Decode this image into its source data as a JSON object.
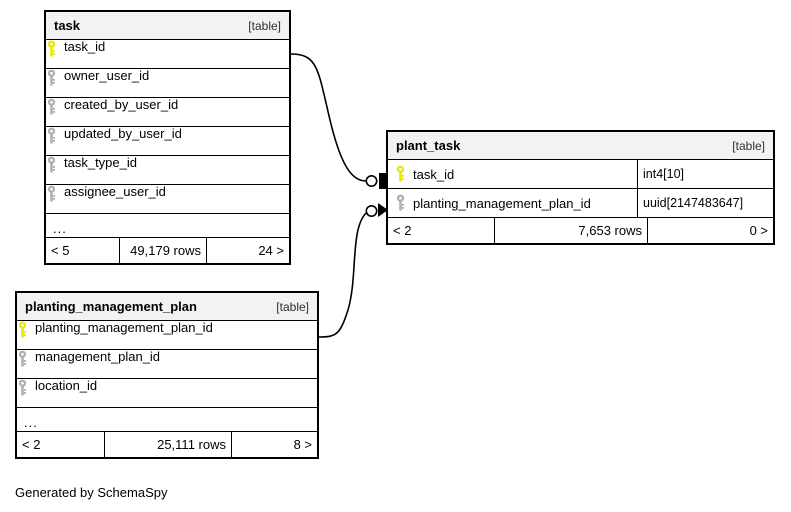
{
  "diagram": {
    "footer_text": "Generated by SchemaSpy",
    "table_kind_label": "[table]",
    "ellipsis": "...",
    "colors": {
      "primary_key": "#e8e800",
      "foreign_key": "#b0b0b0",
      "header_background": "#f2f2f2",
      "border": "#000000",
      "background": "#ffffff"
    }
  },
  "tables": {
    "task": {
      "name": "task",
      "kind": "[table]",
      "columns": [
        {
          "name": "task_id",
          "key": "primary"
        },
        {
          "name": "owner_user_id",
          "key": "foreign"
        },
        {
          "name": "created_by_user_id",
          "key": "foreign"
        },
        {
          "name": "updated_by_user_id",
          "key": "foreign"
        },
        {
          "name": "task_type_id",
          "key": "foreign"
        },
        {
          "name": "assignee_user_id",
          "key": "foreign"
        }
      ],
      "has_more_columns": true,
      "footer": {
        "parents": "< 5",
        "rows": "49,179 rows",
        "children": "24 >"
      }
    },
    "plant_task": {
      "name": "plant_task",
      "kind": "[table]",
      "columns": [
        {
          "name": "task_id",
          "key": "primary",
          "type": "int4[10]"
        },
        {
          "name": "planting_management_plan_id",
          "key": "foreign",
          "type": "uuid[2147483647]"
        }
      ],
      "has_more_columns": false,
      "footer": {
        "parents": "< 2",
        "rows": "7,653 rows",
        "children": "0 >"
      }
    },
    "planting_management_plan": {
      "name": "planting_management_plan",
      "kind": "[table]",
      "columns": [
        {
          "name": "planting_management_plan_id",
          "key": "primary"
        },
        {
          "name": "management_plan_id",
          "key": "foreign"
        },
        {
          "name": "location_id",
          "key": "foreign"
        }
      ],
      "has_more_columns": true,
      "footer": {
        "parents": "< 2",
        "rows": "25,111 rows",
        "children": "8 >"
      }
    }
  },
  "relationships": [
    {
      "name": "task-to-plant-task",
      "from_table": "task",
      "from_column": "task_id",
      "to_table": "plant_task",
      "to_column": "task_id",
      "style": "identifying"
    },
    {
      "name": "planting-management-plan-to-plant-task",
      "from_table": "planting_management_plan",
      "from_column": "planting_management_plan_id",
      "to_table": "plant_task",
      "to_column": "planting_management_plan_id",
      "style": "non-identifying"
    }
  ]
}
